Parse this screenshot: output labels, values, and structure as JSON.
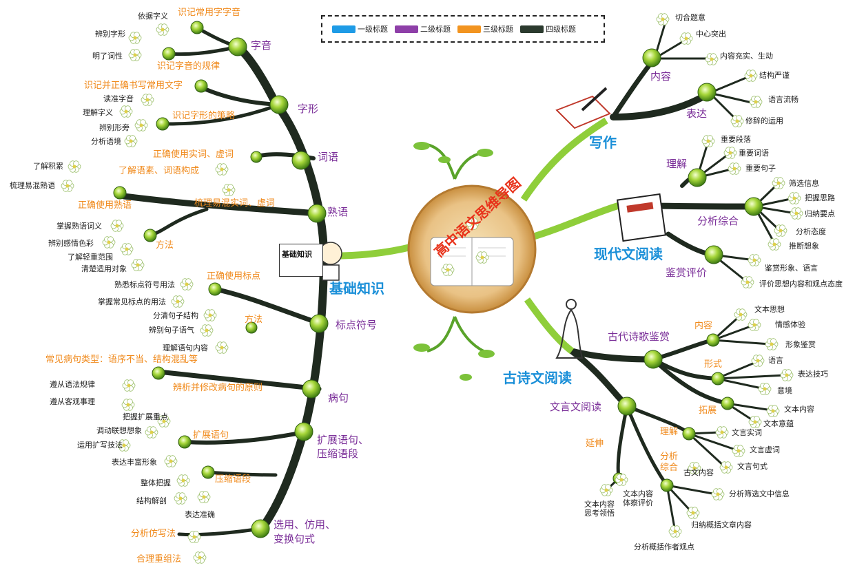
{
  "title": "高中语文思维导图",
  "legend": [
    {
      "label": "一级标题",
      "color": "#1e9be6"
    },
    {
      "label": "二级标题",
      "color": "#8e3fa8"
    },
    {
      "label": "三级标题",
      "color": "#f29420"
    },
    {
      "label": "四级标题",
      "color": "#2b3a2e"
    }
  ],
  "badge": "基础知识",
  "branches": {
    "jichu": {
      "label": "基础知识",
      "ziyin": {
        "label": "字音",
        "l3a": "识记常用字字音",
        "l3b": "识记字音的规律",
        "l4": [
          "依据字义",
          "辨别字形",
          "明了词性"
        ]
      },
      "zixing": {
        "label": "字形",
        "l3a": "识记并正确书写常用文字",
        "l3b": "识记字形的策略",
        "l4": [
          "读准字音",
          "理解字义",
          "辨别形旁",
          "分析语境"
        ]
      },
      "ciyu": {
        "label": "词语",
        "l3": [
          "正确使用实词、虚词",
          "了解语素、词语构成",
          "梳理易混实词、虚词"
        ]
      },
      "shuyu": {
        "label": "熟语",
        "l3a": "正确使用熟语",
        "l3b": "方法",
        "l4a": [
          "了解积累",
          "梳理易混熟语"
        ],
        "l4b": [
          "掌握熟语词义",
          "辨别感情色彩",
          "了解轻重范围",
          "清楚适用对象"
        ]
      },
      "biaodian": {
        "label": "标点符号",
        "l3a": "正确使用标点",
        "l3b": "方法",
        "l4a": [
          "熟悉标点符号用法",
          "掌握常见标点的用法"
        ],
        "l4b": [
          "分清句子结构",
          "辨别句子语气",
          "理解语句内容"
        ]
      },
      "bingju": {
        "label": "病句",
        "l3a": "常见病句类型：语序不当、结构混乱等",
        "l3b": "辨析并修改病句的原则",
        "l4": [
          "遵从语法规律",
          "遵从客观事理"
        ]
      },
      "kuozhan": {
        "label1": "扩展语句、",
        "label2": "压缩语段",
        "l3a": "扩展语句",
        "l3b": "压缩语段",
        "l4a": [
          "把握扩展重点",
          "调动联想想象",
          "运用扩写技法",
          "表达丰富形象"
        ],
        "l4b": [
          "整体把握",
          "结构解剖",
          "表达准确"
        ]
      },
      "xuanyong": {
        "label1": "选用、仿用、",
        "label2": "变换句式",
        "l3": [
          "分析仿写法",
          "合理重组法"
        ]
      }
    },
    "xiezuo": {
      "label": "写作",
      "neirong": {
        "label": "内容",
        "l4": [
          "切合题意",
          "中心突出",
          "内容充实、生动"
        ]
      },
      "biaoda": {
        "label": "表达",
        "l4": [
          "结构严谨",
          "语言流畅",
          "修辞的运用"
        ]
      }
    },
    "xiandai": {
      "label": "现代文阅读",
      "lijie": {
        "label": "理解",
        "l4": [
          "重要段落",
          "重要词语",
          "重要句子"
        ]
      },
      "fenxi": {
        "label": "分析综合",
        "l4": [
          "筛选信息",
          "把握思路",
          "归纳要点",
          "分析态度",
          "推断想象"
        ]
      },
      "jianshang": {
        "label": "鉴赏评价",
        "l4": [
          "鉴赏形象、语言",
          "评价思想内容和观点态度"
        ]
      }
    },
    "gushiwen": {
      "label": "古诗文阅读",
      "shige": {
        "label": "古代诗歌鉴赏",
        "neirong": {
          "label": "内容",
          "l4": [
            "文本思想",
            "情感体验",
            "形象鉴赏"
          ]
        },
        "xingshi": {
          "label": "形式",
          "l4": [
            "语言",
            "表达技巧",
            "意境"
          ]
        },
        "tuozhan": {
          "label": "拓展",
          "l4": [
            "文本内容",
            "文本意蕴"
          ]
        }
      },
      "wenyan": {
        "label": "文言文阅读",
        "lijie": {
          "label": "理解",
          "l4": [
            "文言实词",
            "文言虚词",
            "文言句式"
          ]
        },
        "fenxi": {
          "label1": "分析",
          "label2": "综合",
          "l4": [
            "古文内容",
            "分析筛选文中信息",
            "归纳概括文章内容",
            "分析概括作者观点"
          ]
        },
        "yanshen": {
          "label": "延伸",
          "l4a1": "文本内容",
          "l4a2": "思考领悟",
          "l4b1": "文本内容",
          "l4b2": "体察评价"
        }
      }
    }
  }
}
